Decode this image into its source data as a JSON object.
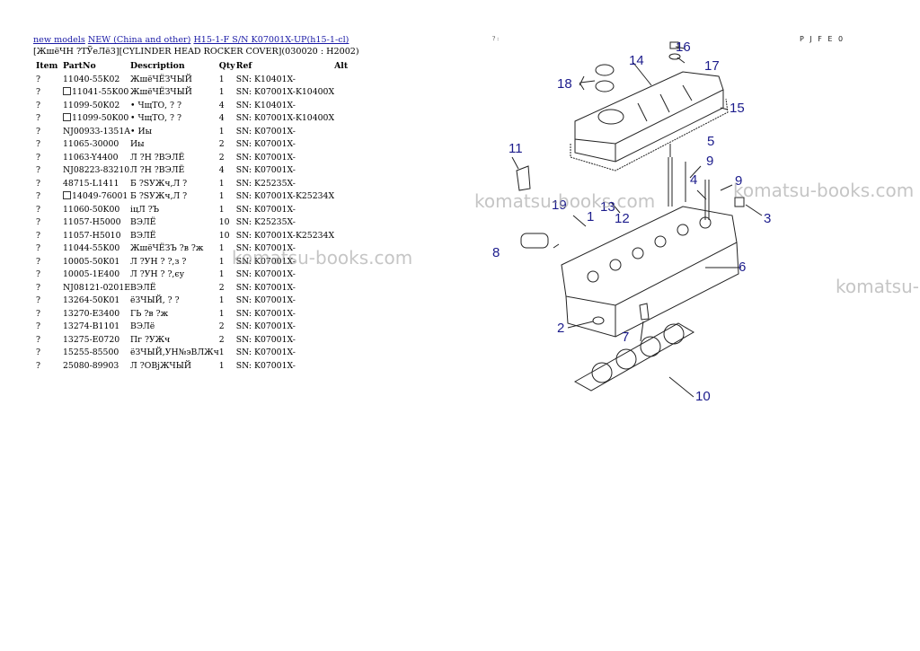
{
  "breadcrumb": {
    "links": [
      "new models",
      "NEW (China and other)",
      "H15-1-F S/N K07001X-UP(h15-1-cl)"
    ]
  },
  "subtitle": "[ЖшёЧН ?ТЎеЛё3][CYLINDER HEAD ROCKER COVER](030020 : H2002)",
  "table": {
    "headers": {
      "item": "Item",
      "part": "PartNo",
      "desc": "Description",
      "qty": "Qty",
      "ref": "Ref",
      "alt": "Alt"
    },
    "rows": [
      {
        "item": "?",
        "box": false,
        "part": "11040-55K02",
        "desc": "ЖшёЧЁЗЧЫЙ",
        "qty": "1",
        "ref": "SN: K10401X-"
      },
      {
        "item": "?",
        "box": true,
        "part": "11041-55K00",
        "desc": "ЖшёЧЁЗЧЫЙ",
        "qty": "1",
        "ref": "SN: K07001X-K10400X"
      },
      {
        "item": "?",
        "box": false,
        "part": "11099-50K02",
        "desc": "• ЧщТО, ? ?",
        "qty": "4",
        "ref": "SN: K10401X-"
      },
      {
        "item": "?",
        "box": true,
        "part": "11099-50K00",
        "desc": "• ЧщТО, ? ?",
        "qty": "4",
        "ref": "SN: K07001X-K10400X"
      },
      {
        "item": "?",
        "box": false,
        "part": "NJ00933-1351A",
        "desc": "• Иы",
        "qty": "1",
        "ref": "SN: K07001X-"
      },
      {
        "item": "?",
        "box": false,
        "part": "11065-30000",
        "desc": "Иы",
        "qty": "2",
        "ref": "SN: K07001X-"
      },
      {
        "item": "?",
        "box": false,
        "part": "11063-Y4400",
        "desc": "Л ?Н ?ВЭЛЁ",
        "qty": "2",
        "ref": "SN: K07001X-"
      },
      {
        "item": "?",
        "box": false,
        "part": "NJ08223-83210",
        "desc": "Л ?Н ?ВЭЛЁ",
        "qty": "4",
        "ref": "SN: K07001X-"
      },
      {
        "item": "?",
        "box": false,
        "part": "48715-L1411",
        "desc": "Б ?SУЖч,Л ?",
        "qty": "1",
        "ref": "SN: K25235X-"
      },
      {
        "item": "?",
        "box": true,
        "part": "14049-76001",
        "desc": "Б ?SУЖч,Л ?",
        "qty": "1",
        "ref": "SN: K07001X-K25234X"
      },
      {
        "item": "?",
        "box": false,
        "part": "11060-50K00",
        "desc": "іцЛ ?Ъ",
        "qty": "1",
        "ref": "SN: K07001X-"
      },
      {
        "item": "?",
        "box": false,
        "part": "11057-H5000",
        "desc": "ВЭЛЁ",
        "qty": "10",
        "ref": "SN: K25235X-"
      },
      {
        "item": "?",
        "box": false,
        "part": "11057-H5010",
        "desc": "ВЭЛЁ",
        "qty": "10",
        "ref": "SN: K07001X-K25234X"
      },
      {
        "item": "?",
        "box": false,
        "part": "11044-55K00",
        "desc": "ЖшёЧЁЗЪ ?в ?ж",
        "qty": "1",
        "ref": "SN: K07001X-"
      },
      {
        "item": "?",
        "box": false,
        "part": "10005-50K01",
        "desc": "Л ?УН ? ?,з ?",
        "qty": "1",
        "ref": "SN: K07001X-"
      },
      {
        "item": "?",
        "box": false,
        "part": "10005-1E400",
        "desc": "Л ?УН ? ?,єу",
        "qty": "1",
        "ref": "SN: K07001X-"
      },
      {
        "item": "?",
        "box": false,
        "part": "NJ08121-0201E",
        "desc": "ВЭЛЁ",
        "qty": "2",
        "ref": "SN: K07001X-"
      },
      {
        "item": "?",
        "box": false,
        "part": "13264-50K01",
        "desc": "ёЗЧЫЙ, ? ?",
        "qty": "1",
        "ref": "SN: K07001X-"
      },
      {
        "item": "?",
        "box": false,
        "part": "13270-E3400",
        "desc": "ГЬ ?в ?ж",
        "qty": "1",
        "ref": "SN: K07001X-"
      },
      {
        "item": "?",
        "box": false,
        "part": "13274-B1101",
        "desc": "ВЭЛё",
        "qty": "2",
        "ref": "SN: K07001X-"
      },
      {
        "item": "?",
        "box": false,
        "part": "13275-E0720",
        "desc": "Пг ?УЖч",
        "qty": "2",
        "ref": "SN: K07001X-"
      },
      {
        "item": "?",
        "box": false,
        "part": "15255-85500",
        "desc": "ёЗЧЫЙ,УН№эВЛЖч",
        "qty": "1",
        "ref": "SN: K07001X-"
      },
      {
        "item": "?",
        "box": false,
        "part": "25080-89903",
        "desc": "Л ?ОВјЖЧЫЙ",
        "qty": "1",
        "ref": "SN: K07001X-"
      }
    ]
  },
  "header_right": {
    "mark": "? :",
    "code": "P J F E 0"
  },
  "watermarks": [
    "komatsu-books.com",
    "komatsu-books.com",
    "komatsu-books.com",
    "komatsu-"
  ],
  "callouts": [
    "1",
    "2",
    "3",
    "4",
    "5",
    "6",
    "7",
    "8",
    "9",
    "9",
    "10",
    "11",
    "12",
    "13",
    "14",
    "15",
    "16",
    "17",
    "18",
    "19"
  ]
}
